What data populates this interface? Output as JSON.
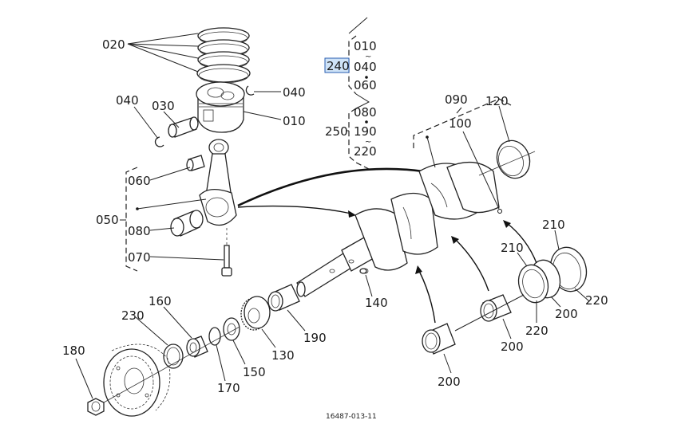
{
  "diagram": {
    "title_code": "16487-013-11",
    "highlighted_label": "240",
    "highlight_colors": {
      "fill": "#cfe3f7",
      "border": "#2a5db0"
    },
    "callouts": {
      "c020": "020",
      "c030": "030",
      "c040_left": "040",
      "c040_right": "040",
      "c010": "010",
      "c060": "060",
      "c050": "050",
      "c080": "080",
      "c070": "070",
      "c090": "090",
      "c100": "100",
      "c120": "120",
      "c140": "140",
      "c160": "160",
      "c230": "230",
      "c180": "180",
      "c170": "170",
      "c150": "150",
      "c130": "130",
      "c190": "190",
      "c200_a": "200",
      "c200_b": "200",
      "c200_c": "200",
      "c210_a": "210",
      "c210_b": "210",
      "c220_a": "220",
      "c220_b": "220"
    },
    "variant_group_1": {
      "label": "240",
      "items": [
        "010",
        "040",
        "060"
      ]
    },
    "variant_group_2": {
      "label": "250",
      "items": [
        "080",
        "190",
        "220"
      ]
    }
  }
}
